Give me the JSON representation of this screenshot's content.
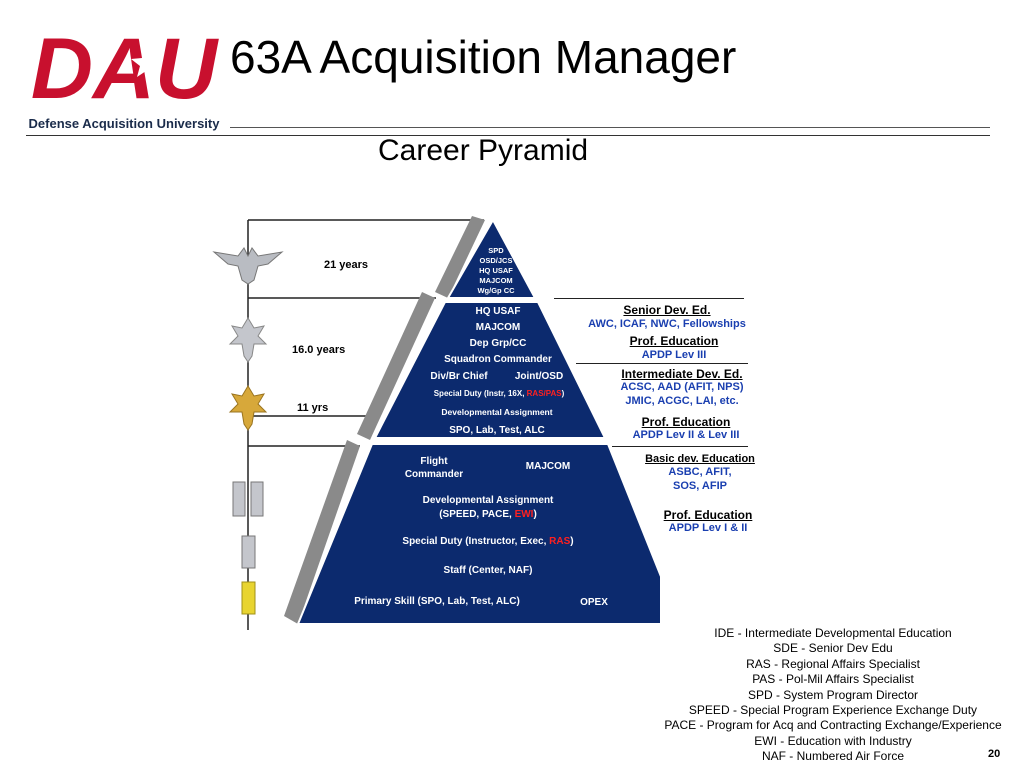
{
  "header": {
    "logo_text": "DAU",
    "logo_subtitle": "Defense Acquisition University",
    "title": "63A Acquisition Manager",
    "subtitle": "Career Pyramid"
  },
  "ranks": [
    {
      "label": "21 years",
      "insignia": "eagle-insignia"
    },
    {
      "label": "16.0 years",
      "insignia": "silver-oak-leaf-insignia"
    },
    {
      "label": "11 yrs",
      "insignia": "gold-oak-leaf-insignia"
    },
    {
      "label": "",
      "insignia": "captain-bars-insignia"
    },
    {
      "label": "",
      "insignia": "first-lieutenant-bar-insignia"
    },
    {
      "label": "",
      "insignia": "second-lieutenant-bar-insignia"
    }
  ],
  "pyramid": {
    "top": [
      "SPD",
      "OSD/JCS",
      "HQ USAF",
      "MAJCOM",
      "Wg/Gp CC"
    ],
    "middle": {
      "hq_usaf": "HQ USAF",
      "majcom": "MAJCOM",
      "dep_grp": "Dep Grp/CC",
      "squadron": "Squadron Commander",
      "div_br": "Div/Br Chief",
      "joint_osd": "Joint/OSD",
      "special_duty_pre": "Special Duty (Instr, 16X, ",
      "special_duty_red": "RAS/PAS",
      "special_duty_post": ")",
      "dev_assign": "Developmental Assignment",
      "spo": "SPO, Lab, Test, ALC"
    },
    "bottom": {
      "flight_1": "Flight",
      "flight_2": "Commander",
      "majcom": "MAJCOM",
      "dev_assign_1": "Developmental Assignment",
      "dev_assign_2_pre": "(SPEED, PACE, ",
      "dev_assign_2_red": "EWI",
      "dev_assign_2_post": ")",
      "special_pre": "Special Duty (Instructor, Exec, ",
      "special_red": "RAS",
      "special_post": ")",
      "staff": "Staff (Center, NAF)",
      "primary": "Primary Skill (SPO, Lab, Test, ALC)",
      "opex": "OPEX"
    }
  },
  "education": {
    "senior_title": "Senior Dev. Ed.",
    "senior_body": "AWC, ICAF, NWC, Fellowships",
    "prof1_title": "Prof. Education",
    "prof1_body": "APDP Lev III",
    "inter_title": "Intermediate Dev. Ed.",
    "inter_body_1": "ACSC, AAD (AFIT, NPS)",
    "inter_body_2": "JMIC, ACGC, LAI, etc.",
    "prof2_title": "Prof. Education",
    "prof2_body": "APDP Lev II & Lev III",
    "basic_title": "Basic dev. Education",
    "basic_body_1": "ASBC, AFIT,",
    "basic_body_2": "SOS, AFIP",
    "prof3_title": "Prof. Education",
    "prof3_body": "APDP Lev I & II"
  },
  "glossary": [
    "IDE - Intermediate Developmental Education",
    "SDE - Senior Dev Edu",
    "RAS - Regional Affairs Specialist",
    "PAS - Pol-Mil Affairs Specialist",
    "SPD - System Program Director",
    "SPEED - Special Program Experience Exchange Duty",
    "PACE - Program for Acq and Contracting Exchange/Experience",
    "EWI - Education with Industry",
    "NAF - Numbered Air Force"
  ],
  "page_number": "20",
  "colors": {
    "brand_red": "#c8102e",
    "pyramid_navy": "#0c2a6e",
    "highlight_red": "#ff2020",
    "edu_blue": "#1a3fb0"
  }
}
